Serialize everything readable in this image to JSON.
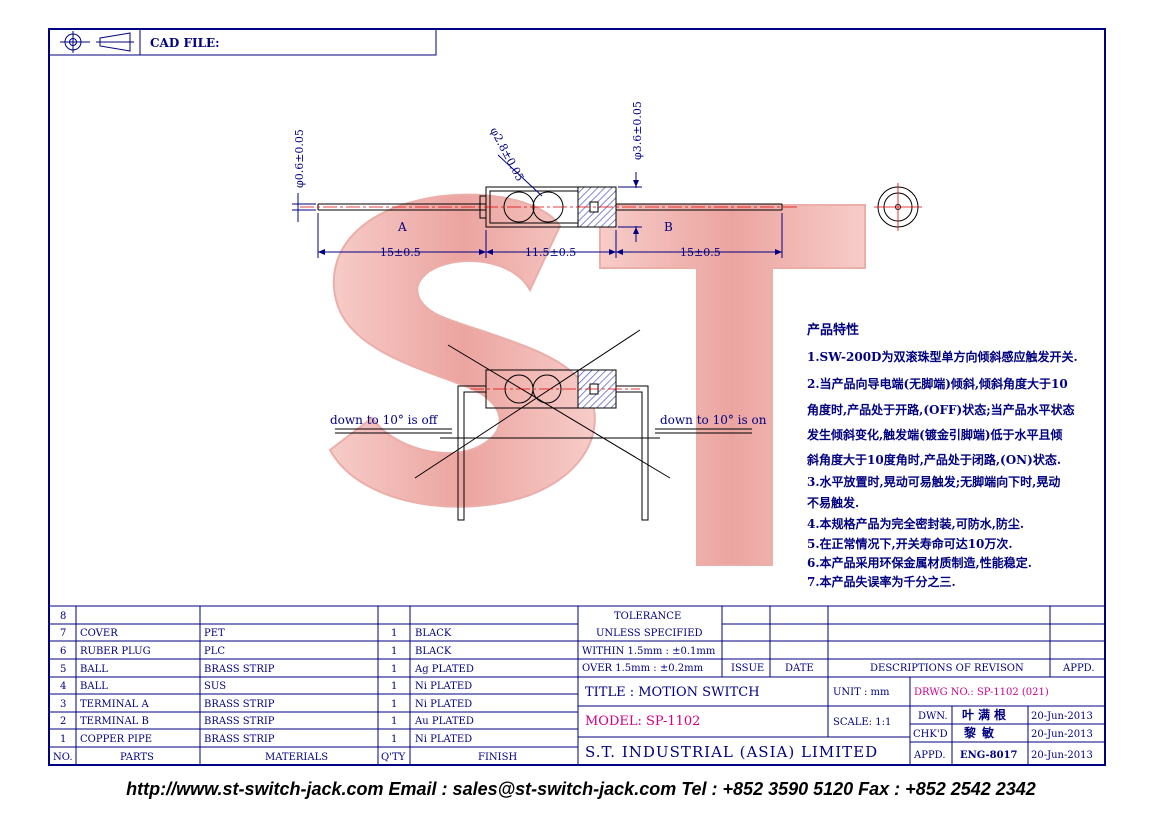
{
  "header": {
    "cad_file_label": "CAD FILE:"
  },
  "watermark": {
    "letters": "ST",
    "color": "#f0a8a4"
  },
  "dimensions": {
    "pin_diameter": "φ0.6±0.05",
    "body_inner_diameter": "φ2.8±0.05",
    "body_outer_diameter": "φ3.6±0.05",
    "lead_a_length": "15±0.5",
    "body_length": "11.5±0.5",
    "lead_b_length": "15±0.5",
    "end_a": "A",
    "end_b": "B"
  },
  "tilt": {
    "left_label": "down to 10° is off",
    "right_label": "down to 10° is on"
  },
  "features": {
    "title": "产品特性",
    "lines": [
      "1.SW-200D为双滚珠型单方向倾斜感应触发开关.",
      "2.当产品向导电端(无脚端)倾斜,倾斜角度大于10",
      "角度时,产品处于开路,(OFF)状态;当产品水平状态",
      "发生倾斜变化,触发端(镀金引脚端)低于水平且倾",
      "斜角度大于10度角时,产品处于闭路,(ON)状态.",
      "3.水平放置时,晃动可易触发;无脚端向下时,晃动",
      "不易触发.",
      "4.本规格产品为完全密封装,可防水,防尘.",
      "5.在正常情况下,开关寿命可达10万次.",
      "6.本产品采用环保金属材质制造,性能稳定.",
      "7.本产品失误率为千分之三."
    ]
  },
  "bom": {
    "rows": [
      {
        "no": "8",
        "part": "",
        "material": "",
        "qty": "",
        "finish": ""
      },
      {
        "no": "7",
        "part": "COVER",
        "material": "PET",
        "qty": "1",
        "finish": "BLACK"
      },
      {
        "no": "6",
        "part": "RUBER PLUG",
        "material": "PLC",
        "qty": "1",
        "finish": "BLACK"
      },
      {
        "no": "5",
        "part": "BALL",
        "material": "BRASS STRIP",
        "qty": "1",
        "finish": "Ag PLATED"
      },
      {
        "no": "4",
        "part": "BALL",
        "material": "SUS",
        "qty": "1",
        "finish": "Ni PLATED"
      },
      {
        "no": "3",
        "part": "TERMINAL A",
        "material": "BRASS STRIP",
        "qty": "1",
        "finish": "Ni PLATED"
      },
      {
        "no": "2",
        "part": "TERMINAL B",
        "material": "BRASS STRIP",
        "qty": "1",
        "finish": "Au PLATED"
      },
      {
        "no": "1",
        "part": "COPPER PIPE",
        "material": "BRASS STRIP",
        "qty": "1",
        "finish": "Ni PLATED"
      }
    ],
    "headers": {
      "no": "NO.",
      "parts": "PARTS",
      "materials": "MATERIALS",
      "qty": "Q'TY",
      "finish": "FINISH"
    }
  },
  "tolerance": {
    "title": "TOLERANCE",
    "subtitle": "UNLESS  SPECIFIED",
    "within": "WITHIN  1.5mm : ±0.1mm",
    "over": "OVER   1.5mm : ±0.2mm"
  },
  "revision": {
    "issue": "ISSUE",
    "date": "DATE",
    "descriptions": "DESCRIPTIONS  OF  REVISON",
    "appd": "APPD."
  },
  "title_block": {
    "title": "TITLE : MOTION SWITCH",
    "unit": "UNIT :   mm",
    "drwg_no": "DRWG NO.: SP-1102 (021)",
    "model": "MODEL: SP-1102",
    "scale": "SCALE:  1:1",
    "company": "S.T. INDUSTRIAL (ASIA) LIMITED",
    "dwn_label": "DWN.",
    "dwn_name": "叶满根",
    "dwn_date": "20-Jun-2013",
    "chkd_label": "CHK'D",
    "chkd_name": "黎敏",
    "chkd_date": "20-Jun-2013",
    "appd_label": "APPD.",
    "appd_name": "ENG-8017",
    "appd_date": "20-Jun-2013"
  },
  "footer": {
    "text": "http://www.st-switch-jack.com  Email : sales@st-switch-jack.com  Tel : +852 3590 5120  Fax : +852 2542 2342"
  }
}
